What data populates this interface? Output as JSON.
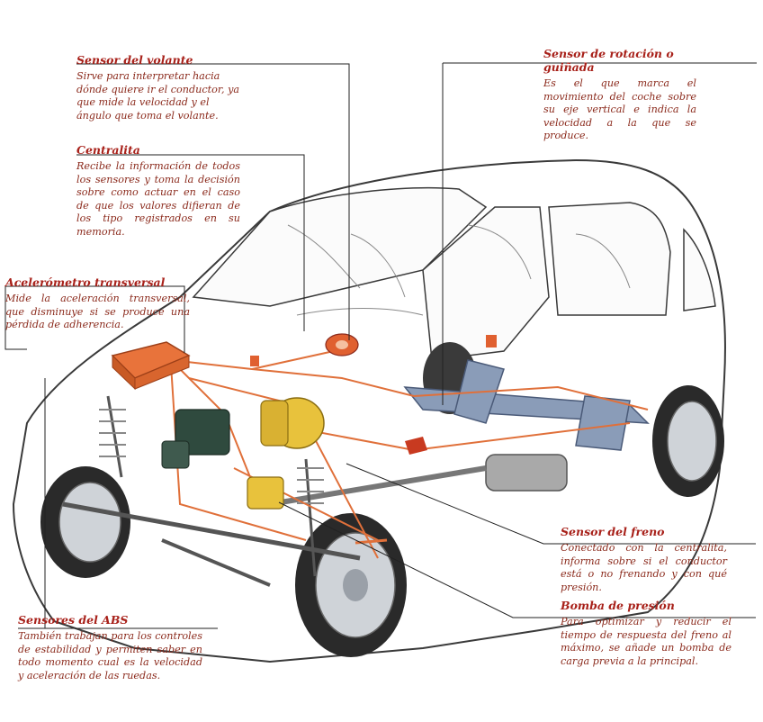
{
  "labels": {
    "volante": {
      "title": "Sensor del volante",
      "body": "Sirve para interpretar hacia dónde quiere ir el conductor, ya que mide la velocidad y el ángulo que toma el volante."
    },
    "centralita": {
      "title": "Centralita",
      "body": "Recibe la información de todos los sensores y toma la decisión sobre como actuar en el caso de que los valores difieran de los tipo registrados en su memoria."
    },
    "acelerometro": {
      "title": "Acelerómetro transversal",
      "body": "Mide la aceleración transversal, que disminuye si se produce una pérdida de adherencia."
    },
    "rotacion": {
      "title": "Sensor de rotación o guiñada",
      "body": "Es el que marca el movimiento del coche sobre su eje vertical e indica la velocidad a la que se produce."
    },
    "freno": {
      "title": "Sensor del freno",
      "body": "Conectado con la centralita, informa sobre si el conductor está o no frenando y con qué presión."
    },
    "bomba": {
      "title": "Bomba de presión",
      "body": "Para optimizar y reducir el tiempo de respuesta del freno al máximo, se añade un bomba de carga previa a la principal."
    },
    "abs": {
      "title": "Sensores del ABS",
      "body": "También trabajan para los controles de estabilidad y permiten saber en todo momento cual es la velocidad y aceleración de las ruedas."
    }
  },
  "colors": {
    "title": "#a8211a",
    "body": "#8b2a1c",
    "leader": "#222222",
    "car_outline": "#3a3a3a",
    "wiring": "#e0703a",
    "ecu": "#e8733b",
    "brake_booster": "#e8c23c",
    "subframe": "#8a9cb8"
  },
  "icons": [
    "car-illustration-icon",
    "wheel-icon",
    "ecu-icon",
    "brake-booster-icon",
    "sensor-icon"
  ]
}
